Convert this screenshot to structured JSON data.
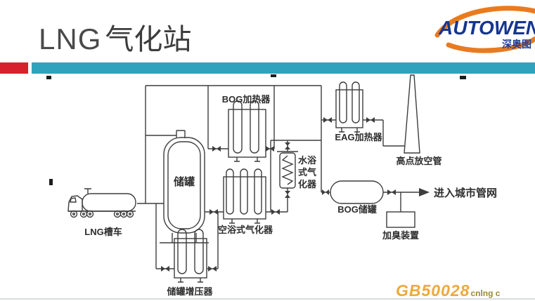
{
  "slide": {
    "title_latin": "LNG",
    "title_cjk": "气化站",
    "accent_red": "#d7222d",
    "accent_teal": "#2fa3bd"
  },
  "logo": {
    "brand": "AUTOWEN",
    "subtext": "深奥图",
    "brand_color": "#16368e",
    "swoosh_color": "#e97b1f"
  },
  "diagram": {
    "labels": {
      "lng_truck": "LNG槽车",
      "storage_tank": "储罐",
      "bog_heater": "BOG加热器",
      "eag_heater": "EAG加热器",
      "vent_stack": "高点放空管",
      "water_bath_vaporizer": [
        "水浴",
        "式气",
        "化器"
      ],
      "air_bath_vaporizer": "空浴式气化器",
      "bog_tank": "BOG储罐",
      "odorizer": "加臭装置",
      "tank_pressurizer": "储罐增压器",
      "to_city_network": "进入城市管网"
    },
    "watermark": {
      "code": "GB50028",
      "suffix": "cnlng c",
      "color": "#eda93b"
    }
  }
}
